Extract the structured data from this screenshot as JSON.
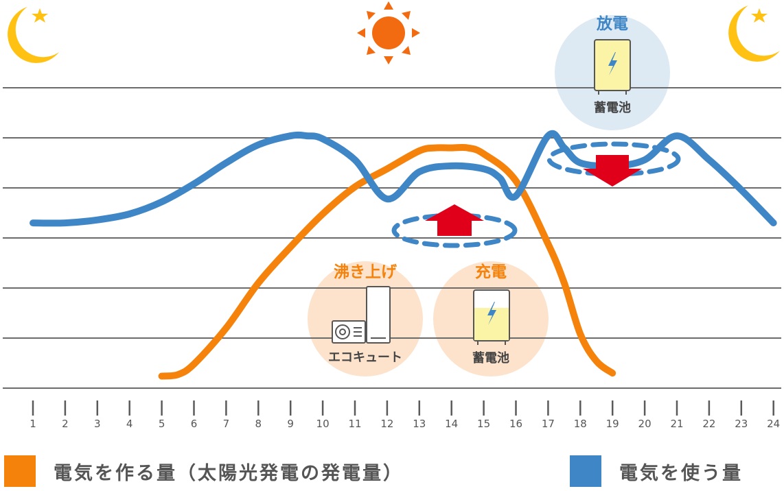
{
  "chart_data": {
    "type": "line",
    "categories": [
      "1",
      "2",
      "3",
      "4",
      "5",
      "6",
      "7",
      "8",
      "9",
      "10",
      "11",
      "12",
      "13",
      "14",
      "15",
      "16",
      "17",
      "18",
      "19",
      "20",
      "21",
      "22",
      "23",
      "24"
    ],
    "grid": true,
    "series": [
      {
        "name": "電気を作る量（太陽光発電の発電量）",
        "color": "#f5820a",
        "x": [
          5,
          5.5,
          6,
          7,
          8,
          9,
          10,
          11,
          12,
          13,
          13.5,
          14,
          14.5,
          15,
          16,
          17,
          17.5,
          18,
          18.5,
          19
        ],
        "values": [
          0.4,
          0.45,
          0.8,
          2.0,
          3.5,
          4.7,
          5.8,
          6.7,
          7.3,
          7.9,
          8.0,
          8.0,
          8.0,
          7.8,
          6.9,
          4.8,
          3.5,
          1.8,
          0.9,
          0.5
        ]
      },
      {
        "name": "電気を使う量",
        "color": "#3f86c6",
        "x": [
          1,
          2,
          3,
          4,
          5,
          6,
          7,
          8,
          9,
          9.5,
          10,
          11,
          12,
          13,
          14,
          15,
          15.5,
          16,
          17,
          17.5,
          18,
          19,
          20,
          21,
          22,
          23,
          24
        ],
        "values": [
          5.5,
          5.5,
          5.6,
          5.8,
          6.2,
          6.8,
          7.5,
          8.1,
          8.4,
          8.4,
          8.3,
          7.6,
          6.3,
          7.2,
          7.4,
          7.3,
          7.0,
          6.4,
          8.4,
          8.0,
          7.5,
          7.4,
          7.6,
          8.4,
          7.6,
          6.6,
          5.5
        ]
      }
    ],
    "ylim": [
      0,
      10
    ],
    "xlim": [
      0.5,
      24.5
    ],
    "annotations": [
      {
        "title": "沸き上げ",
        "label": "エコキュート",
        "color": "#f5820a"
      },
      {
        "title": "充電",
        "label": "蓄電池",
        "color": "#f5820a"
      },
      {
        "title": "放電",
        "label": "蓄電池",
        "color": "#3f86c6"
      }
    ]
  },
  "legend": {
    "generation": {
      "label": "電気を作る量（太陽光発電の発電量）",
      "color": "#f5820a"
    },
    "consumption": {
      "label": "電気を使う量",
      "color": "#3f86c6"
    }
  },
  "icons": [
    "moon-star-icon",
    "sun-icon",
    "moon-star-icon",
    "eco-cute-icon",
    "battery-icon",
    "battery-icon",
    "arrow-up-icon",
    "arrow-down-icon"
  ],
  "colors": {
    "arrow": "#e0001a",
    "dashed_loop": "#3f86c6",
    "charge_circle": "#fde2cc",
    "discharge_circle": "#dde9f3",
    "moon": "#ffc212",
    "sun": "#f26b10"
  }
}
